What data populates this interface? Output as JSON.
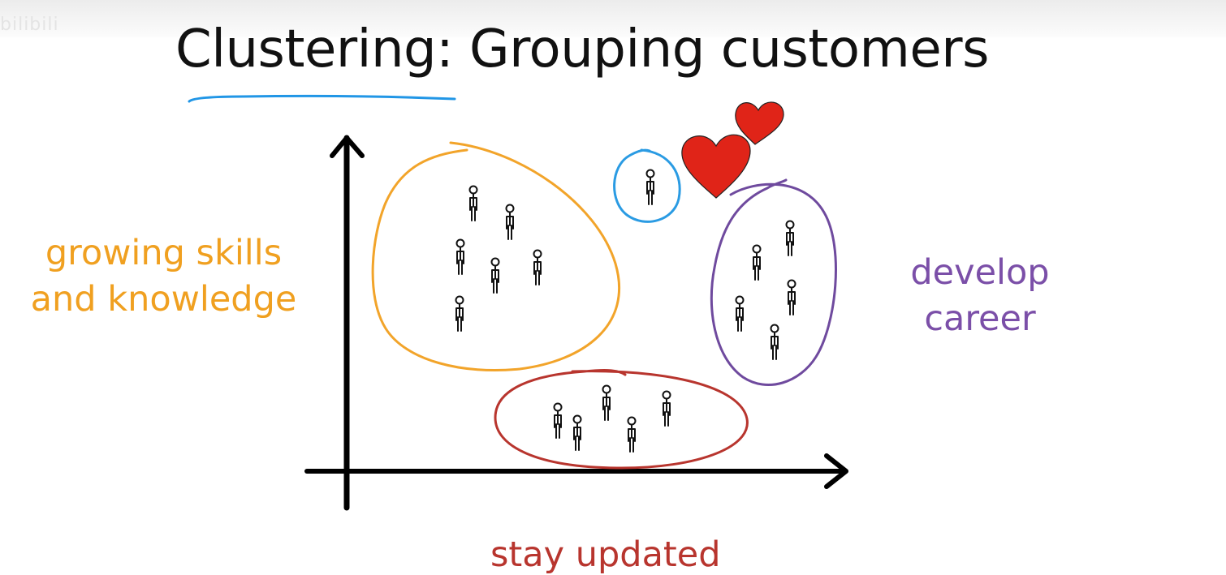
{
  "watermark": "bilibili",
  "title": "Clustering: Grouping customers",
  "clusters": {
    "orange": {
      "label_lines": [
        "growing skills",
        "and knowledge"
      ],
      "color": "#f2a42a"
    },
    "purple": {
      "label_lines": [
        "develop",
        "career"
      ],
      "color": "#6f4a9e"
    },
    "red": {
      "label": "stay updated",
      "color": "#b8352e"
    },
    "blue": {
      "color": "#2a9be3"
    }
  },
  "colors": {
    "underline": "#2196e6",
    "axes": "#000000",
    "heart": "#e02418"
  },
  "icons": [
    "person-icon",
    "heart-icon"
  ]
}
